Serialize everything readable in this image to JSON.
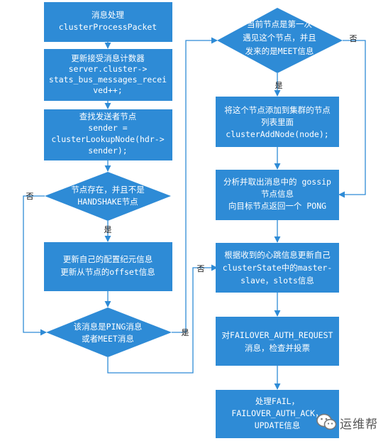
{
  "nodes": {
    "n1": [
      "消息处理",
      "clusterProcessPacket"
    ],
    "n2": [
      "更新接受消息计数器",
      "server.cluster->",
      "stats_bus_messages_recei",
      "ved++;"
    ],
    "n3": [
      "查找发送者节点",
      "sender =",
      "clusterLookupNode(hdr->",
      "sender);"
    ],
    "d1": [
      "节点存在，并且不是",
      "HANDSHAKE节点"
    ],
    "n4": [
      "更新自己的配置纪元信息",
      "更新从节点的offset信息"
    ],
    "d2": [
      "该消息是PING消息",
      "或者MEET消息"
    ],
    "d3": [
      "当前节点是第一次",
      "遇见这个节点，并且",
      "发来的是MEET信息"
    ],
    "r1": [
      "将这个节点添加到集群的节点",
      "列表里面",
      "clusterAddNode(node);"
    ],
    "r2": [
      "分析并取出消息中的 gossip",
      "节点信息",
      "向目标节点返回一个 PONG"
    ],
    "r3": [
      "根据收到的心跳信息更新自己",
      "clusterState中的master-",
      "slave，slots信息"
    ],
    "r4": [
      "对FAILOVER_AUTH_REQUEST",
      "消息，检查并投票"
    ],
    "r5": [
      "处理FAIL，",
      "FAILOVER_AUTH_ACK，",
      "UPDATE信息"
    ]
  },
  "edge_labels": {
    "d1_no": "否",
    "d1_yes": "是",
    "d2_yes": "是",
    "d3_no": "否",
    "d3_yes": "是",
    "to_r3_no": "否"
  },
  "watermark": {
    "text": "运维帮",
    "icon": "wechat-icon"
  },
  "colors": {
    "node_fill": "#2e8bd6",
    "edge": "#2e8bd6",
    "label": "#111111"
  }
}
